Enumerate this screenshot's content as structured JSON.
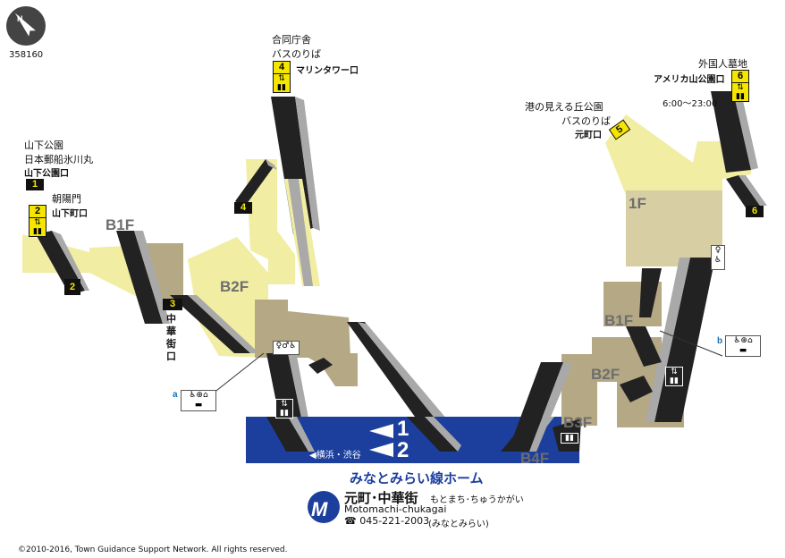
{
  "map_id": "358160",
  "station": {
    "name": "元町･中華街",
    "reading": "もとまち･ちゅうかがい",
    "romaji": "Motomachi-chukagai",
    "phone": "☎ 045-221-2003",
    "phone_note": "(みなとみらい)"
  },
  "platform": {
    "name": "みなとみらい線ホーム",
    "track1": "1",
    "track2": "2",
    "direction_label": "◀横浜・渋谷"
  },
  "floors": [
    "B1F",
    "B2F",
    "1F",
    "B1F",
    "B2F",
    "B3F",
    "B4F"
  ],
  "exits": {
    "e1": {
      "number": "1",
      "dest1": "山下公園",
      "dest2": "日本郵船氷川丸",
      "name": "山下公園口"
    },
    "e2": {
      "number": "2",
      "dest1": "朝陽門",
      "name": "山下町口"
    },
    "e3": {
      "number": "3",
      "name": "中華街口",
      "name_vertical": [
        "中",
        "華",
        "街",
        "口"
      ]
    },
    "e4": {
      "number": "4",
      "dest1": "合同庁舎",
      "dest2": "バスのりば",
      "name": "マリンタワー口"
    },
    "e5": {
      "number": "5",
      "dest1": "港の見える丘公園",
      "dest2": "バスのりば",
      "name": "元町口"
    },
    "e6": {
      "number": "6",
      "dest1": "外国人墓地",
      "name": "アメリカ山公園口",
      "hours": "6:00～23:00"
    }
  },
  "amenities": {
    "a": "a",
    "b": "b"
  },
  "elevator_icon": "elevator-icon",
  "escalator_icon": "escalator-icon",
  "north_icon": "compass-north-icon",
  "copyright": "©2010-2016, Town Guidance Support Network. All rights reserved.",
  "colors": {
    "platform_blue": "#1c3f9e",
    "concourse_tan": "#b5a884",
    "area_yellow": "#f1eda2",
    "area_beige": "#d7cea3",
    "stair_black": "#222222",
    "stair_gray": "#a9a9a9",
    "exit_yellow": "#f5e600"
  }
}
